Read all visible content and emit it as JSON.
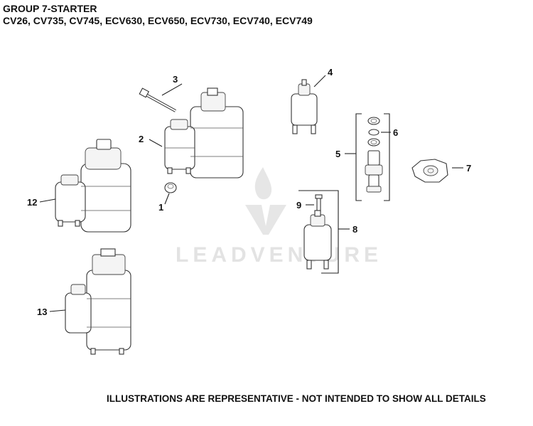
{
  "header": {
    "title": "GROUP 7-STARTER",
    "models": "CV26, CV735, CV745, ECV630, ECV650, ECV730, ECV740, ECV749"
  },
  "footer": {
    "note": "ILLUSTRATIONS ARE REPRESENTATIVE - NOT INTENDED TO SHOW ALL DETAILS"
  },
  "watermark": {
    "text": "LEADVENTURE"
  },
  "callouts": {
    "c1": "1",
    "c2": "2",
    "c3": "3",
    "c4": "4",
    "c5": "5",
    "c6": "6",
    "c7": "7",
    "c8": "8",
    "c9": "9",
    "c12": "12",
    "c13": "13"
  }
}
